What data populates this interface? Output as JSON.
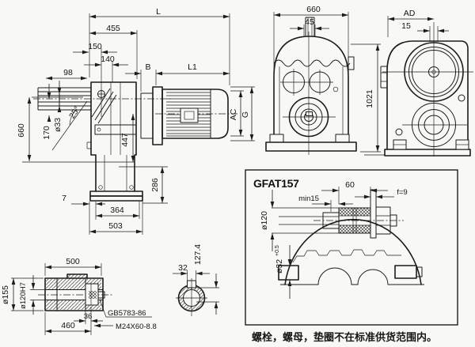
{
  "colors": {
    "ink": "#1c1c1c",
    "paper": "#f8f8f5"
  },
  "side_view": {
    "L": "L",
    "d455": "455",
    "d150": "150",
    "d140": "140",
    "d98": "98",
    "B": "B",
    "L1": "L1",
    "d660": "660",
    "d170": "170",
    "d33": "ø33",
    "angle": "25°",
    "d447": "447",
    "AC": "AC",
    "G": "G",
    "d286": "286",
    "d7": "7",
    "d364": "364",
    "d503": "503"
  },
  "front_view": {
    "d660": "660",
    "d45": "45",
    "d1021": "1021"
  },
  "fan_view": {
    "AD": "AD",
    "d15": "15"
  },
  "detail_view": {
    "title": "GFAT157",
    "d60": "60",
    "min15": "min15",
    "f9": "f=9",
    "d120": "ø120",
    "d32": "ø32",
    "d32_tol": "+0.5"
  },
  "shaft_view": {
    "d500": "500",
    "d155": "ø155",
    "d120h7": "ø120H7",
    "d36": "36",
    "d460": "460",
    "std": "GB5783-86",
    "bolt": "M24X60-8.8"
  },
  "section_view": {
    "d32": "32",
    "d127": "127.4"
  },
  "footnote": "螺栓，螺母，垫圈不在标准供货范围内。"
}
